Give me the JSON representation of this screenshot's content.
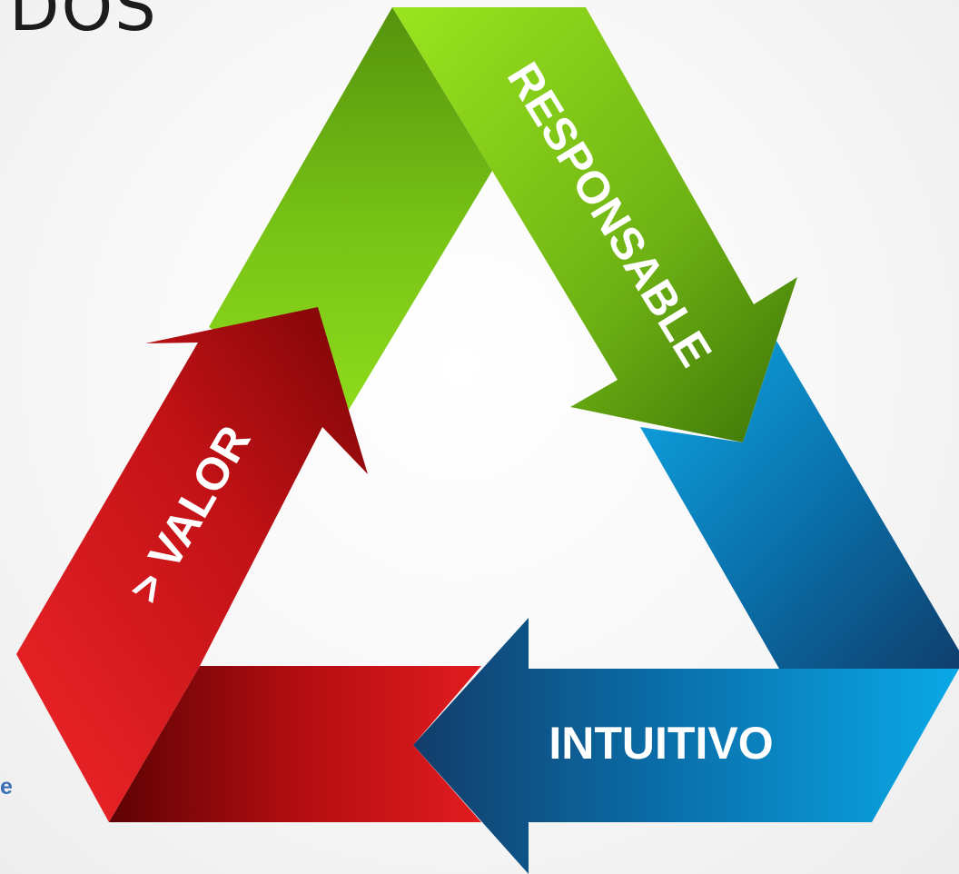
{
  "slide": {
    "heading_fragment": "DOS",
    "footer_fragment": "e"
  },
  "cycle": {
    "labels": {
      "responsable": "RESPONSABLE",
      "intuitivo": "INTUITIVO",
      "valor": "> VALOR"
    }
  },
  "colors": {
    "green_light": "#97e21a",
    "green_dark": "#3f7608",
    "blue_light": "#0aa6e4",
    "blue_dark": "#123e6b",
    "red_light": "#ee2528",
    "red_dark": "#7d0507"
  },
  "icons": [
    "green-arrow",
    "blue-arrow",
    "red-arrow"
  ]
}
